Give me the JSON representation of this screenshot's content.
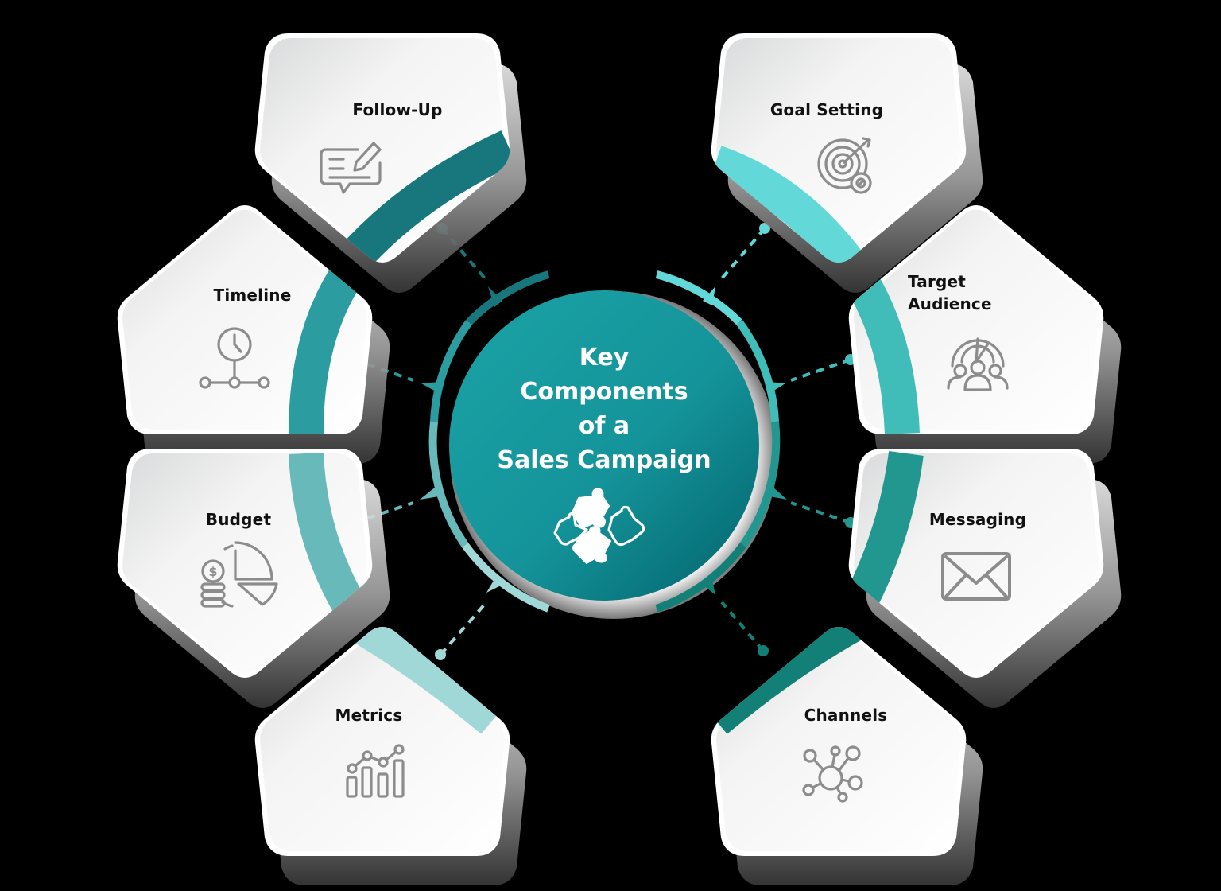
{
  "title": {
    "lines": [
      "Key",
      "Components",
      "of a",
      "Sales Campaign"
    ],
    "icon": "puzzle-pieces-icon"
  },
  "colors": {
    "background": "#000000",
    "center_light": "#1a9fa3",
    "center_dark": "#066a72",
    "card_face": "#ffffff",
    "card_shadow": "#8a8a8a",
    "icon_gray": "#8c8c8c",
    "label": "#111111"
  },
  "components": [
    {
      "id": "follow-up",
      "label": "Follow-Up",
      "icon": "edit-message-icon",
      "accent": "#17777c",
      "side": "left"
    },
    {
      "id": "timeline",
      "label": "Timeline",
      "icon": "clock-timeline-icon",
      "accent": "#2b9c9f",
      "side": "left"
    },
    {
      "id": "budget",
      "label": "Budget",
      "icon": "budget-pie-coins-icon",
      "accent": "#67b9ba",
      "side": "left"
    },
    {
      "id": "metrics",
      "label": "Metrics",
      "icon": "bar-line-chart-icon",
      "accent": "#a0d8d7",
      "side": "left"
    },
    {
      "id": "goal-setting",
      "label": "Goal Setting",
      "icon": "target-gear-icon",
      "accent": "#62d8d8",
      "side": "right"
    },
    {
      "id": "target-audience",
      "label": "Target\nAudience",
      "icon": "audience-radar-icon",
      "accent": "#40bdb8",
      "side": "right"
    },
    {
      "id": "messaging",
      "label": "Messaging",
      "icon": "envelope-icon",
      "accent": "#21978f",
      "side": "right"
    },
    {
      "id": "channels",
      "label": "Channels",
      "icon": "network-hub-icon",
      "accent": "#138077",
      "side": "right"
    }
  ]
}
